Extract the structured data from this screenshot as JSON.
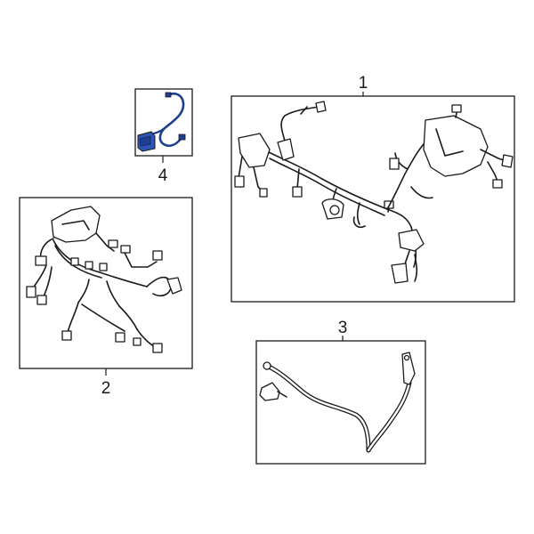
{
  "callouts": {
    "part1": "1",
    "part2": "2",
    "part3": "3",
    "part4": "4"
  },
  "colors": {
    "line": "#1a1a1a",
    "highlight": "#1f3f8f",
    "background": "#ffffff"
  }
}
